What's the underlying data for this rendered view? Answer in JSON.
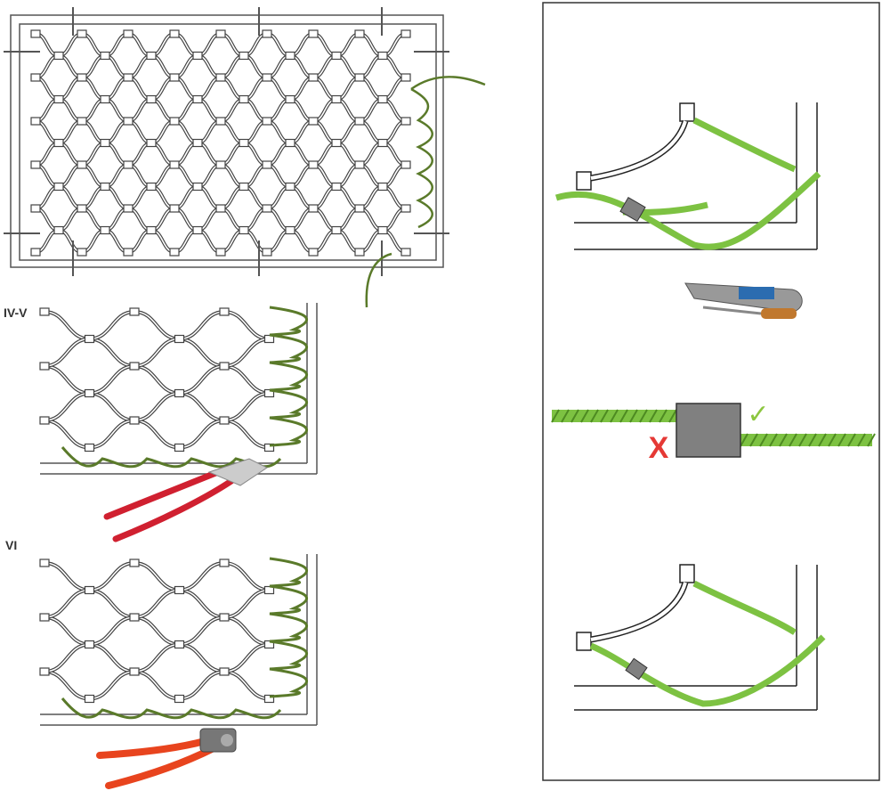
{
  "steps": {
    "step_iv_v": "IV-V",
    "step_vi": "VI"
  },
  "colors": {
    "cable_green": "#7dc242",
    "cable_dark": "#5a7a2a",
    "mesh": "#444444",
    "ferrule": "#808080",
    "wrong_mark": "#e53935",
    "ok_mark": "#8cc63f",
    "plier_red": "#d02030",
    "crimper_orange": "#e8441e"
  },
  "marks": {
    "wrong": "X",
    "ok": "✓"
  }
}
